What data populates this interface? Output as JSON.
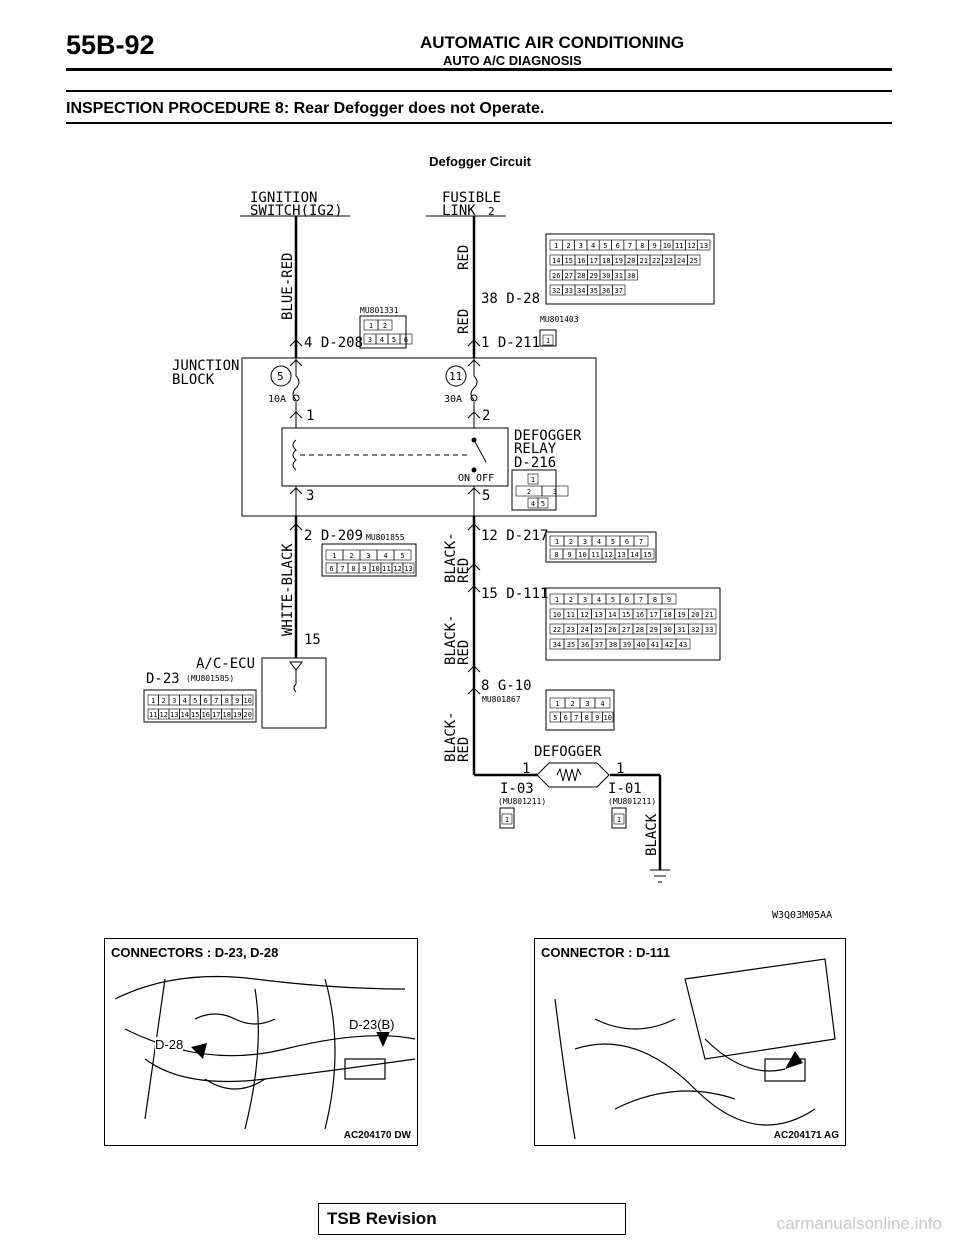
{
  "header": {
    "page_number": "55B-92",
    "title": "AUTOMATIC AIR CONDITIONING",
    "subtitle": "AUTO A/C DIAGNOSIS"
  },
  "procedure_title": "INSPECTION PROCEDURE 8: Rear Defogger does not Operate.",
  "diagram": {
    "title": "Defogger Circuit",
    "code": "W3Q03M05AA",
    "labels": {
      "ignition_switch_1": "IGNITION",
      "ignition_switch_2": "SWITCH(IG2)",
      "fusible_link_1": "FUSIBLE",
      "fusible_link_2": "LINK",
      "fusible_link_num": "2",
      "wire_blue_red": "BLUE-RED",
      "wire_red_top": "RED",
      "wire_red_mid": "RED",
      "pin_38_d28": "38 D-28",
      "pin_4_d208": "4 D-208",
      "pin_1_d211": "1 D-211",
      "mu_801331": "MU801331",
      "mu_801403": "MU801403",
      "junction_block_1": "JUNCTION",
      "junction_block_2": "BLOCK",
      "fuse_5": "5",
      "fuse_11": "11",
      "fuse_10a": "10A",
      "fuse_30a": "30A",
      "jb_pin_1": "1",
      "jb_pin_2": "2",
      "jb_pin_3": "3",
      "jb_pin_5": "5",
      "relay_1": "DEFOGGER",
      "relay_2": "RELAY",
      "relay_conn": "D-216",
      "on_off": "ON  OFF",
      "pin_2_d209": "2 D-209",
      "mu_801855": "MU801855",
      "pin_12_d217": "12 D-217",
      "pin_15_d111": "15 D-111",
      "wire_white_black": "WHITE-BLACK",
      "wire_black_red_1a": "BLACK-",
      "wire_black_red_1b": "RED",
      "wire_black_red_2a": "BLACK-",
      "wire_black_red_2b": "RED",
      "wire_black_red_3a": "BLACK-",
      "wire_black_red_3b": "RED",
      "pin_15": "15",
      "ac_ecu": "A/C-ECU",
      "d23": "D-23",
      "mu_801585": "(MU801585)",
      "pin_8_g10": "8 G-10",
      "mu_801867": "MU801867",
      "defogger": "DEFOGGER",
      "defogger_pin_l": "1",
      "defogger_pin_r": "1",
      "i03": "I-03",
      "i01": "I-01",
      "mu_801211_l": "(MU801211)",
      "mu_801211_r": "(MU801211)",
      "wire_black": "BLACK"
    },
    "connector_d208_pins": [
      "1",
      "2",
      "3",
      "4",
      "5",
      "6"
    ],
    "connector_d211_pins": [
      "1"
    ],
    "connector_d216_pins": [
      "1",
      "2",
      "3",
      "4",
      "5"
    ],
    "connector_d209_row1": [
      "1",
      "2",
      "3",
      "4",
      "5"
    ],
    "connector_d209_row2": [
      "6",
      "7",
      "8",
      "9",
      "10",
      "11",
      "12",
      "13"
    ],
    "connector_d217_row1": [
      "1",
      "2",
      "3",
      "4",
      "5",
      "6",
      "7"
    ],
    "connector_d217_row2": [
      "8",
      "9",
      "10",
      "11",
      "12",
      "13",
      "14",
      "15"
    ],
    "connector_d23_row1": [
      "1",
      "2",
      "3",
      "4",
      "5",
      "6",
      "7",
      "8",
      "9",
      "10"
    ],
    "connector_d23_row2": [
      "11",
      "12",
      "13",
      "14",
      "15",
      "16",
      "17",
      "18",
      "19",
      "20"
    ],
    "connector_g10_row1": [
      "1",
      "2",
      "3",
      "4"
    ],
    "connector_g10_row2": [
      "5",
      "6",
      "7",
      "8",
      "9",
      "10"
    ],
    "connector_i_pins": [
      "1",
      "1"
    ],
    "connector_d28_rows": [
      [
        "1",
        "2",
        "3",
        "4",
        "5",
        "6",
        "7",
        "8",
        "9",
        "10",
        "11",
        "12",
        "13"
      ],
      [
        "14",
        "15",
        "16",
        "17",
        "18",
        "19",
        "20",
        "21",
        "22",
        "23",
        "24",
        "25"
      ],
      [
        "26",
        "27",
        "28",
        "29",
        "30",
        "31",
        "38"
      ],
      [
        "32",
        "33",
        "34",
        "35",
        "36",
        "37"
      ]
    ],
    "connector_d111_rows": [
      [
        "1",
        "2",
        "3",
        "4",
        "5",
        "6",
        "7",
        "8",
        "9"
      ],
      [
        "10",
        "11",
        "12",
        "13",
        "14",
        "15",
        "16",
        "17",
        "18",
        "19",
        "20",
        "21"
      ],
      [
        "22",
        "23",
        "24",
        "25",
        "26",
        "27",
        "28",
        "29",
        "30",
        "31",
        "32",
        "33"
      ],
      [
        "34",
        "35",
        "36",
        "37",
        "38",
        "39",
        "40",
        "41",
        "42",
        "43"
      ]
    ]
  },
  "photos": [
    {
      "title": "CONNECTORS : D-23, D-28",
      "code": "AC204170 DW",
      "callout_1": "D-28",
      "callout_2": "D-23(B)"
    },
    {
      "title": "CONNECTOR : D-111",
      "code": "AC204171 AG"
    }
  ],
  "footer": {
    "tsb_label": "TSB Revision"
  },
  "watermark": "carmanualsonline.info"
}
